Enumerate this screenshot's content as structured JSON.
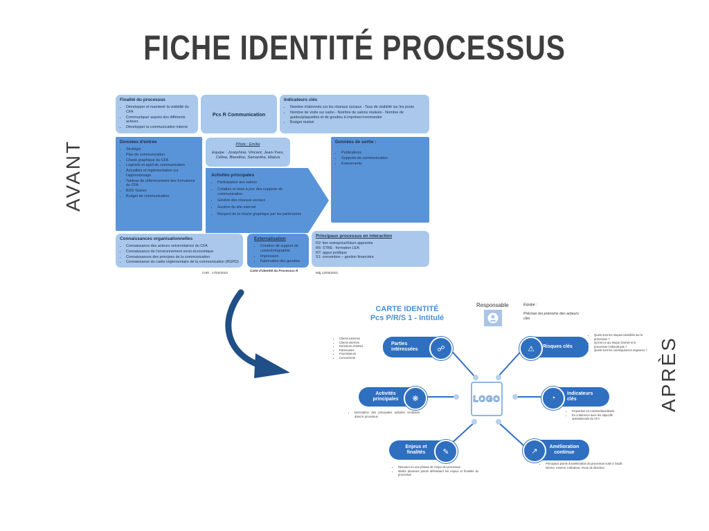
{
  "title": "FICHE IDENTITÉ PROCESSUS",
  "avant_label": "AVANT",
  "apres_label": "APRÈS",
  "avant": {
    "finalite": {
      "heading": "Finalité du processus",
      "items": [
        "Développer et maintenir la visibilité du CFA",
        "Communiquer auprès des différents acteurs",
        "Développer la communication interne"
      ]
    },
    "process_name": "Pcs R Communication",
    "indicateurs": {
      "heading": "Indicateurs clés",
      "items": [
        "Nombre d'abonnés sur les réseaux sociaux - Taux de visibilité sur les posts",
        "Nombre de visite sur salon - Nombre de salons réalisés - Nombre de guides/plaquettes et de goodies à imprimer/commander",
        "Budget réalisé"
      ]
    },
    "entree": {
      "heading": "Données d'entrée",
      "items": [
        "Stratégie",
        "Plan de communication",
        "Charte graphique du CFA",
        "Logiciels et appli de communication",
        "Actualités et réglementation sur l'apprentissage",
        "Tableau de référencement des formations du CFA",
        "BDD Ypareo",
        "Budget de communication"
      ]
    },
    "pilote": "Pilote : Emilie",
    "equipe": "Equipe : Joséphine, Vincent, Jean-Yves, Céline, Blandine, Samantha, Maëva",
    "activites": {
      "heading": "Activités principales",
      "items": [
        "Participation aux salons",
        "Création et mise à jour des supports de communication",
        "Gestion des réseaux sociaux",
        "Gestion du site internet",
        "Respect de la charte graphique par les partenaires"
      ]
    },
    "sortie": {
      "heading": "Données de sortie :",
      "items": [
        "Publications",
        "Supports de communication",
        "Evénements"
      ]
    },
    "connaissances": {
      "heading": "Connaissances organisationnelles",
      "items": [
        "Connaissance des acteurs universitaires/ du CFA",
        "Connaissance de l'environnement socio-économique",
        "Connaissances des principes de la communication",
        "Connaissance du cadre réglementaire de la communication (RGPD)"
      ]
    },
    "externalisation": {
      "heading": "Externalisation",
      "items": [
        "Création de support de comm/infographie",
        "Impression",
        "Fabrication des goodies"
      ]
    },
    "interaction": {
      "heading": "Principaux processus en interaction",
      "items": [
        "R2: lien entreprise/futurs apprentis",
        "R6: STRE : formation LEA",
        "R7: appui juridique",
        "S1: convention – gestion financière"
      ]
    },
    "cree": "Créé : 17/02/2023",
    "carte": "Carte d'identité du Processus R",
    "maj": "Màj 13/03/2023"
  },
  "apres": {
    "title_line1": "CARTE IDENTITÉ",
    "title_line2": "Pcs P/R/S 1 - Intitulé",
    "responsable": "Responsable",
    "equipe_label": "Équipe :",
    "equipe_text": "Préciser les prénoms des acteurs clés",
    "logo": "LOGO",
    "parties": {
      "label": "Parties intéressées",
      "items": [
        "Clients externes",
        "Clients internes",
        "Donneurs d'ordres",
        "Partenaires",
        "Fournisseurs",
        "Concurrents"
      ]
    },
    "activites": {
      "label": "Activités principales",
      "items": [
        "Description des principales activités conduites dans le processus"
      ]
    },
    "enjeux": {
      "label": "Enjeux et finalités",
      "items": [
        "Résumer en une phrase de l'enjeu du processus",
        "Mettre plusieurs points définissant les enjeux et finalités du processus"
      ]
    },
    "risques": {
      "label": "Risques clés",
      "items": [
        "Quels sont les risques identifiés sur le processus ?",
        "Qu'est-ce qui risque d'arrivé si le processus n'aboutit pas ?",
        "Quels sont les conséquences majeures ?"
      ]
    },
    "indicateurs": {
      "label": "Indicateurs clés",
      "items": [
        "Proportion en nombre/taux/durée",
        "En cohérence avec les objectifs opérationnels du CFA"
      ]
    },
    "amelioration": {
      "label": "Amélioration continue",
      "items": [
        "Principaux points d'amélioration du processus suite à l'audit interne, externe, indicateur, revue de direction"
      ]
    }
  },
  "colors": {
    "dark_blue": "#2f6fc0",
    "light_blue": "#a9c8ec",
    "arrow": "#1f4f86",
    "title_blue": "#4a8fd1"
  }
}
